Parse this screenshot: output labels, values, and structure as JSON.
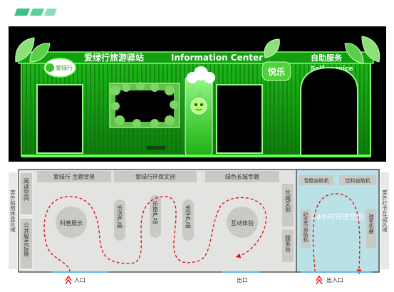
{
  "facade": {
    "title": "爱绿行旅游驿站",
    "subtitle": "Information Center",
    "logo_text": "爱绿行",
    "self_service_cn": "自助服务",
    "self_service_en": "Self-service",
    "mascot_sign": "悦乐"
  },
  "plan": {
    "left_rail": [
      "室外拍照休息区域"
    ],
    "left_col": [
      "阅读空间",
      "公共服务设施"
    ],
    "top_labels": [
      "爱绿行 主题背景",
      "爱绿行环保文创",
      "绿色长城专题"
    ],
    "circles": [
      "科普展示",
      "互动体验"
    ],
    "pills": [
      "乐活产品",
      "乐旅产品",
      "乐学产品"
    ],
    "right_col": [
      "长城文创",
      "服务台"
    ],
    "vending_top": [
      "雪糕自助机",
      "饮料自助机"
    ],
    "vending_side": [
      "纪念币自助机",
      "抽奖机器"
    ],
    "open_space": "24小时开放空间",
    "right_rail": [
      "室外打卡互动区域"
    ],
    "entry": "入口",
    "exit": "出口",
    "exit_entry": "出入口"
  },
  "colors": {
    "neon": "#2fd61f",
    "facade_bg": "#000000",
    "zone_gray": "#c8cac6",
    "plan_bg": "#e3e4e1",
    "blue_zone": "#b9e1e6",
    "path_red": "#e01818",
    "stripe": "#3cc08a"
  },
  "icons": [
    "leaf-icon",
    "mascot-icon",
    "arrow-up-icon"
  ]
}
